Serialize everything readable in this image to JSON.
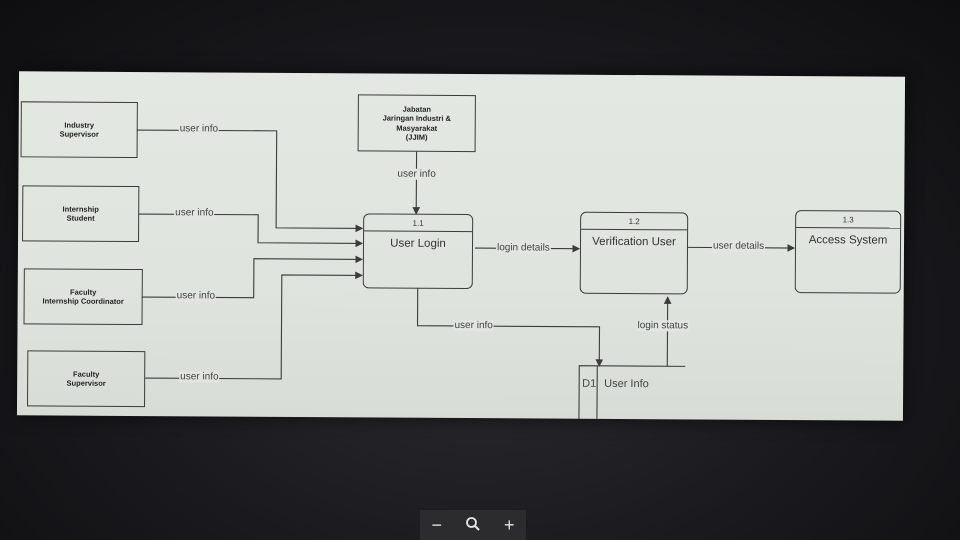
{
  "diagram": {
    "entities": {
      "industry_supervisor": "Industry\nSupervisor",
      "internship_student": "Internship\nStudent",
      "faculty_coordinator": "Faculty\nInternship Coordinator",
      "faculty_supervisor": "Faculty\nSupervisor",
      "jjim": "Jabatan\nJaringan Industri &\nMasyarakat\n(JJIM)"
    },
    "processes": [
      {
        "id": "1.1",
        "name": "User Login"
      },
      {
        "id": "1.2",
        "name": "Verification User"
      },
      {
        "id": "1.3",
        "name": "Access System"
      }
    ],
    "flows": {
      "industry_user_info": "user info",
      "student_user_info": "user info",
      "coordinator_user_info": "user info",
      "faculty_sup_user_info": "user info",
      "jjim_user_info": "user info",
      "login_details": "login details",
      "user_details": "user details",
      "store_user_info": "user info",
      "login_status": "login status"
    },
    "datastore": {
      "id": "D1",
      "name": "User Info"
    }
  },
  "zoom": {
    "minus": "−",
    "search_icon": "🔍",
    "plus": "+"
  },
  "colors": {
    "line": "#3a3d3a",
    "canvas": "#e2e6e0",
    "bezel": "#1a1a1e"
  }
}
